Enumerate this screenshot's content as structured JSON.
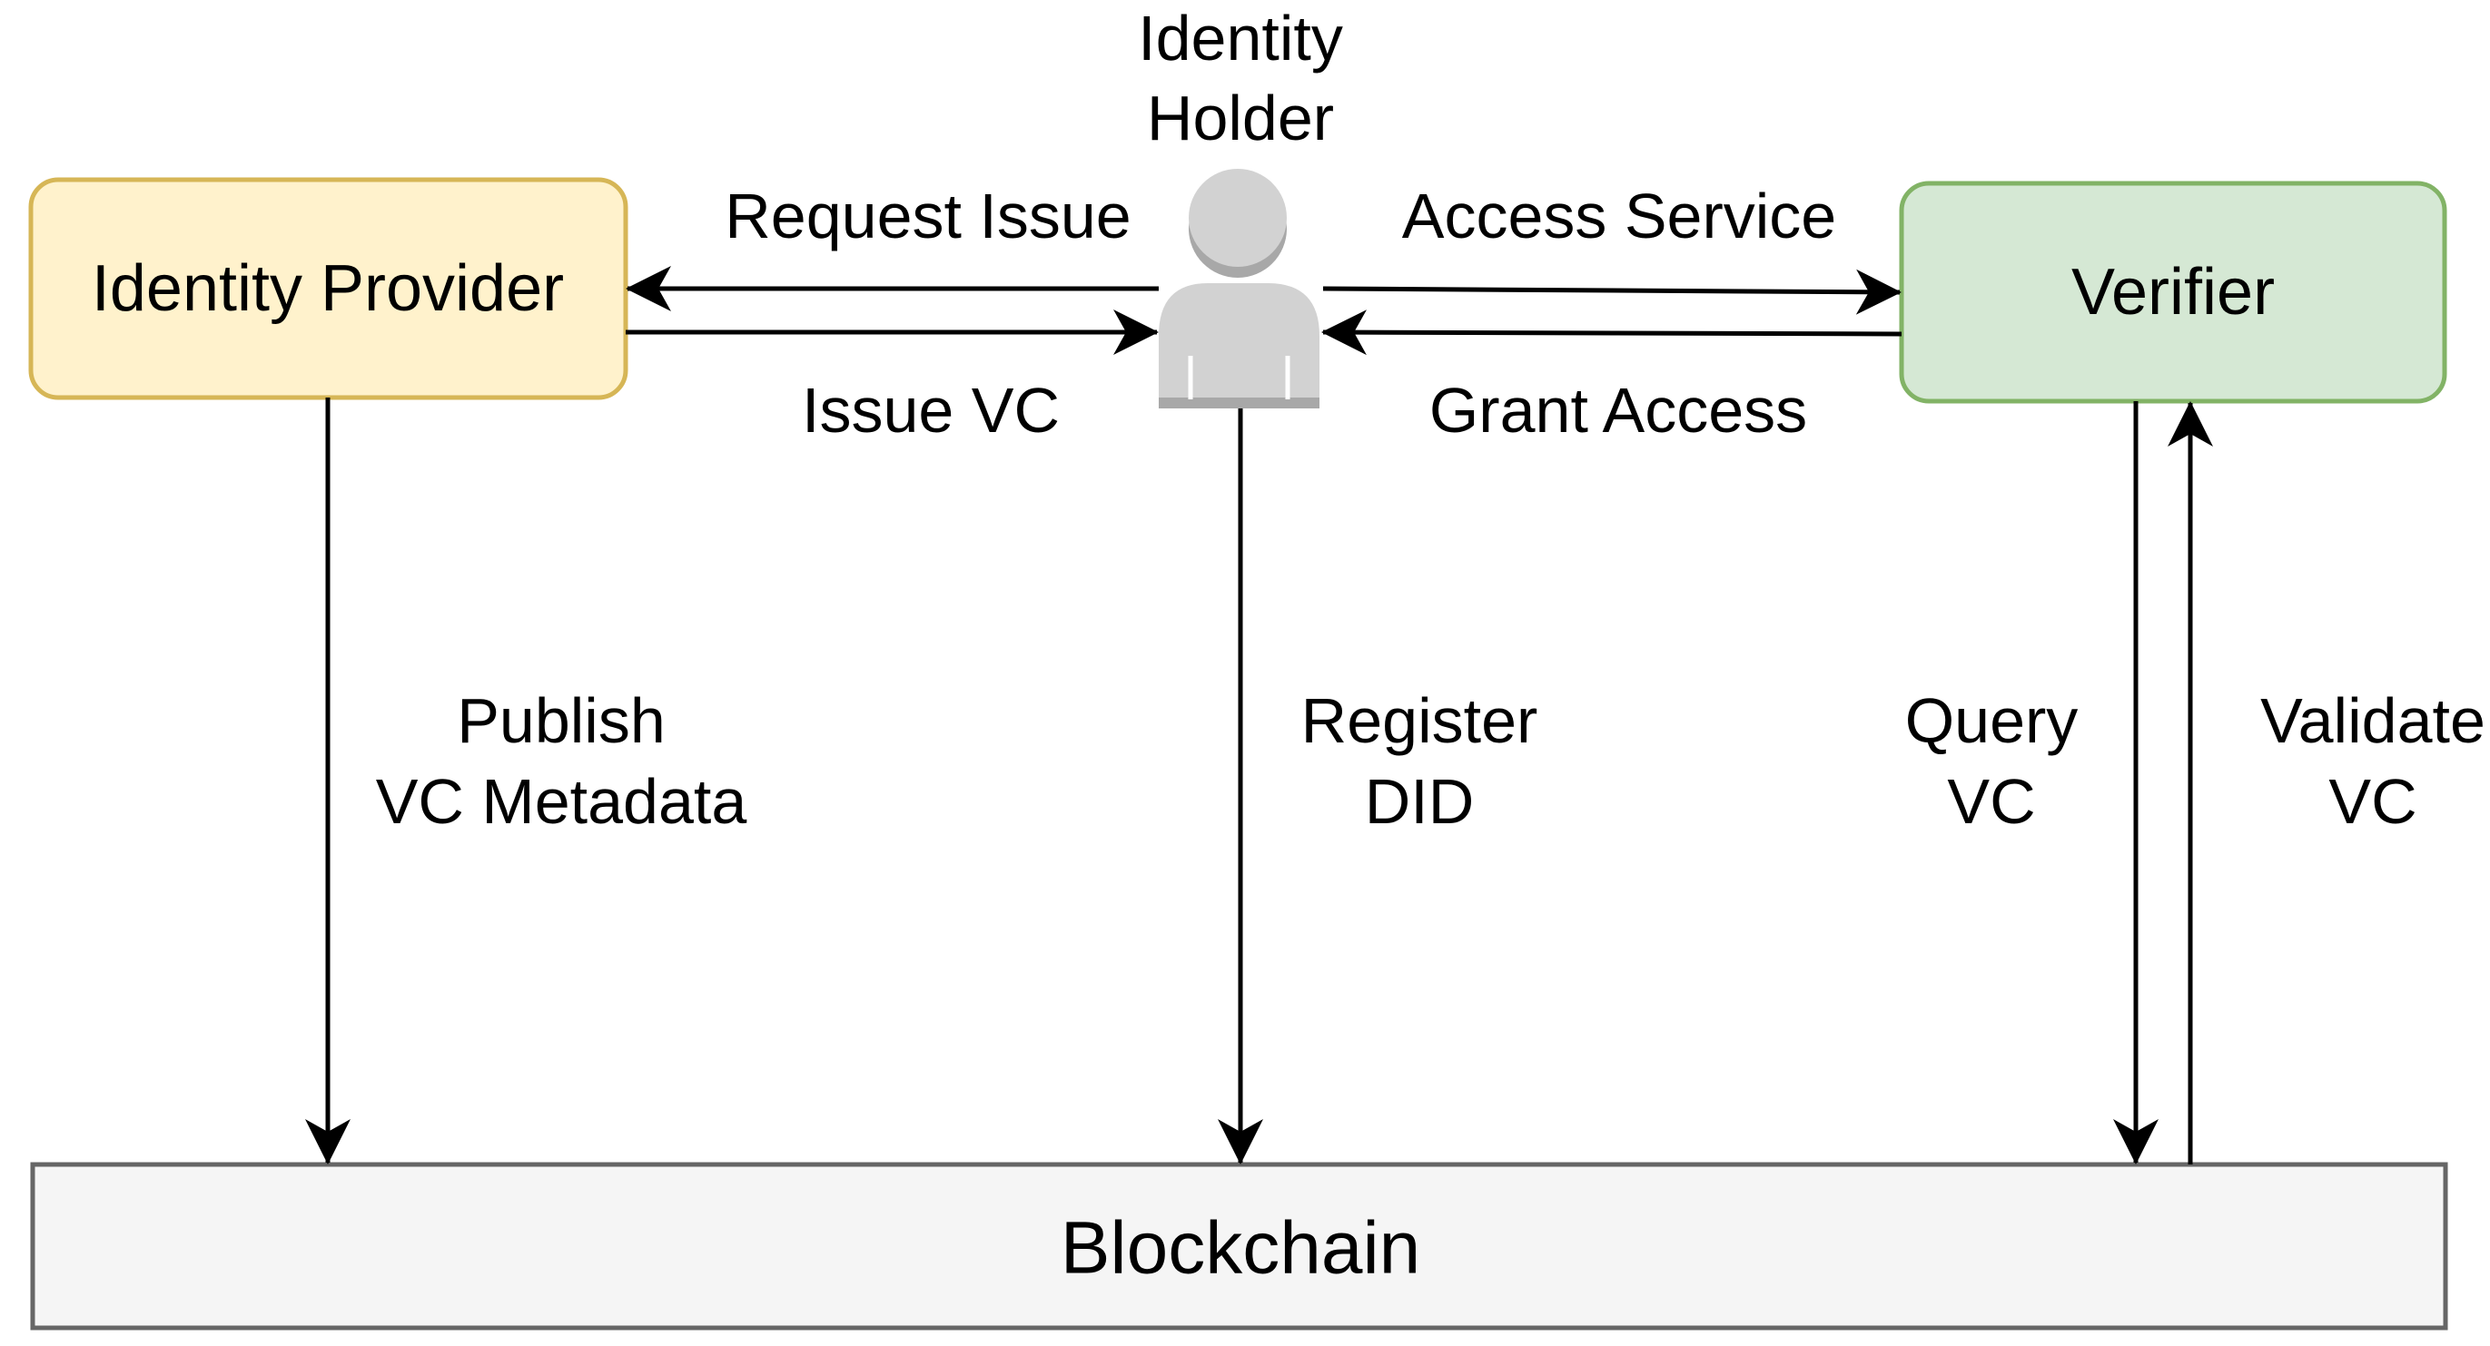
{
  "colors": {
    "provider_fill": "#fff2cc",
    "provider_stroke": "#d6b656",
    "verifier_fill": "#d5e8d4",
    "verifier_stroke": "#82b366",
    "blockchain_fill": "#f5f5f5",
    "blockchain_stroke": "#666666",
    "person_fill": "#d2d2d2",
    "person_shade": "#a8a8a8",
    "edge": "#000000"
  },
  "nodes": {
    "identity_provider": {
      "label": "Identity Provider"
    },
    "verifier": {
      "label": "Verifier"
    },
    "identity_holder": {
      "label_line1": "Identity",
      "label_line2": "Holder",
      "icon": "person-icon"
    },
    "blockchain": {
      "label": "Blockchain"
    }
  },
  "edges": {
    "request_issue": {
      "label": "Request Issue"
    },
    "issue_vc": {
      "label": "Issue VC"
    },
    "access_service": {
      "label": "Access Service"
    },
    "grant_access": {
      "label": "Grant Access"
    },
    "publish_vc_metadata": {
      "line1": "Publish",
      "line2": "VC Metadata"
    },
    "register_did": {
      "line1": "Register",
      "line2": "DID"
    },
    "query_vc": {
      "line1": "Query",
      "line2": "VC"
    },
    "validate_vc": {
      "line1": "Validate",
      "line2": "VC"
    }
  }
}
